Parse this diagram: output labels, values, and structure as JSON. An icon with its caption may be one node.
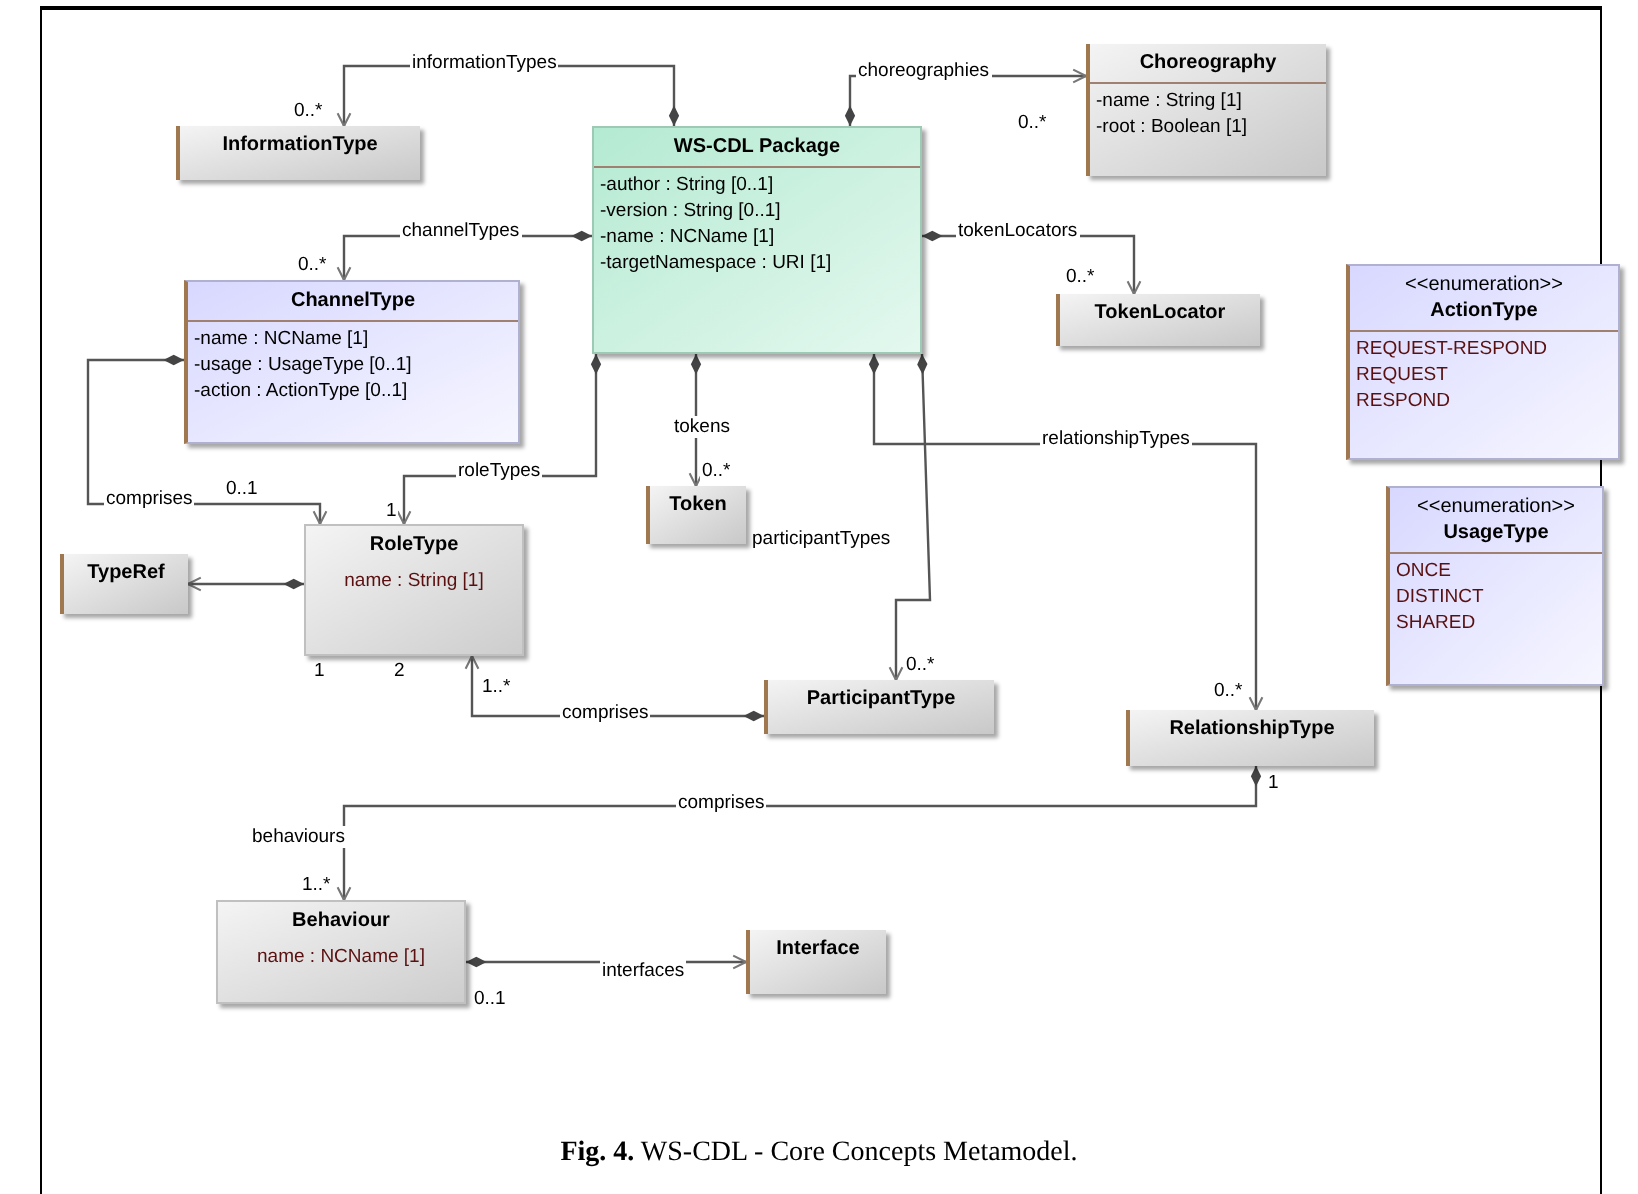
{
  "diagram": {
    "caption": "**Fig. 4.** WS-CDL - Core Concepts Metamodel.",
    "nodes": [
      {
        "text": [
          "InformationType"
        ]
      },
      {
        "text": [
          "WS-CDL Package",
          "-author : String [0..1]",
          "-version : String [0..1]",
          "-name : NCName [1]",
          "-targetNamespace : URI [1]"
        ]
      },
      {
        "text": [
          "Choreography",
          "-name : String [1]",
          "-root : Boolean [1]"
        ]
      },
      {
        "text": [
          "ChannelType",
          "-name : NCName [1]",
          "-usage : UsageType [0..1]",
          "-action : ActionType [0..1]"
        ]
      },
      {
        "text": [
          "TokenLocator"
        ]
      },
      {
        "text": [
          "<<enumeration>>",
          "ActionType",
          "REQUEST-RESPOND",
          "REQUEST",
          "RESPOND"
        ]
      },
      {
        "text": [
          "<<enumeration>>",
          "UsageType",
          "ONCE",
          "DISTINCT",
          "SHARED"
        ]
      },
      {
        "text": [
          "Token"
        ]
      },
      {
        "text": [
          "TypeRef"
        ]
      },
      {
        "text": [
          "RoleType",
          "name : String [1]"
        ]
      },
      {
        "text": [
          "ParticipantType"
        ]
      },
      {
        "text": [
          "RelationshipType"
        ]
      },
      {
        "text": [
          "Behaviour",
          "name : NCName [1]"
        ]
      },
      {
        "text": [
          "Interface"
        ]
      }
    ],
    "edges": [
      {
        "from": 1,
        "to": 0,
        "arrow": "to",
        "label": "informationTypes"
      },
      {
        "from": 1,
        "to": 2,
        "arrow": "to",
        "label": "choreographies"
      },
      {
        "from": 1,
        "to": 3,
        "arrow": "to",
        "label": "channelTypes"
      },
      {
        "from": 1,
        "to": 4,
        "arrow": "to",
        "label": "tokenLocators"
      },
      {
        "from": 1,
        "to": 9,
        "arrow": "to",
        "label": "roleTypes"
      },
      {
        "from": 1,
        "to": 7,
        "arrow": "to",
        "label": "tokens"
      },
      {
        "from": 1,
        "to": 10,
        "arrow": "to",
        "label": "participantTypes"
      },
      {
        "from": 1,
        "to": 11,
        "arrow": "to",
        "label": "relationshipTypes"
      },
      {
        "from": 3,
        "to": 9,
        "arrow": "to",
        "label": "comprises"
      },
      {
        "from": 9,
        "to": 8,
        "arrow": "to"
      },
      {
        "from": 10,
        "to": 9,
        "arrow": "to",
        "label": "comprises"
      },
      {
        "from": 11,
        "to": 12,
        "arrow": "to",
        "label": "comprises"
      },
      {
        "from": 12,
        "to": 13,
        "arrow": "to",
        "label": "interfaces"
      }
    ],
    "labels": [
      "0..*",
      "0..*",
      "0..*",
      "0..*",
      "0..1",
      "1",
      "0..*",
      "1",
      "2",
      "1..*",
      "0..*",
      "0..*",
      "1",
      "behaviours",
      "1..*",
      "0..1"
    ]
  }
}
